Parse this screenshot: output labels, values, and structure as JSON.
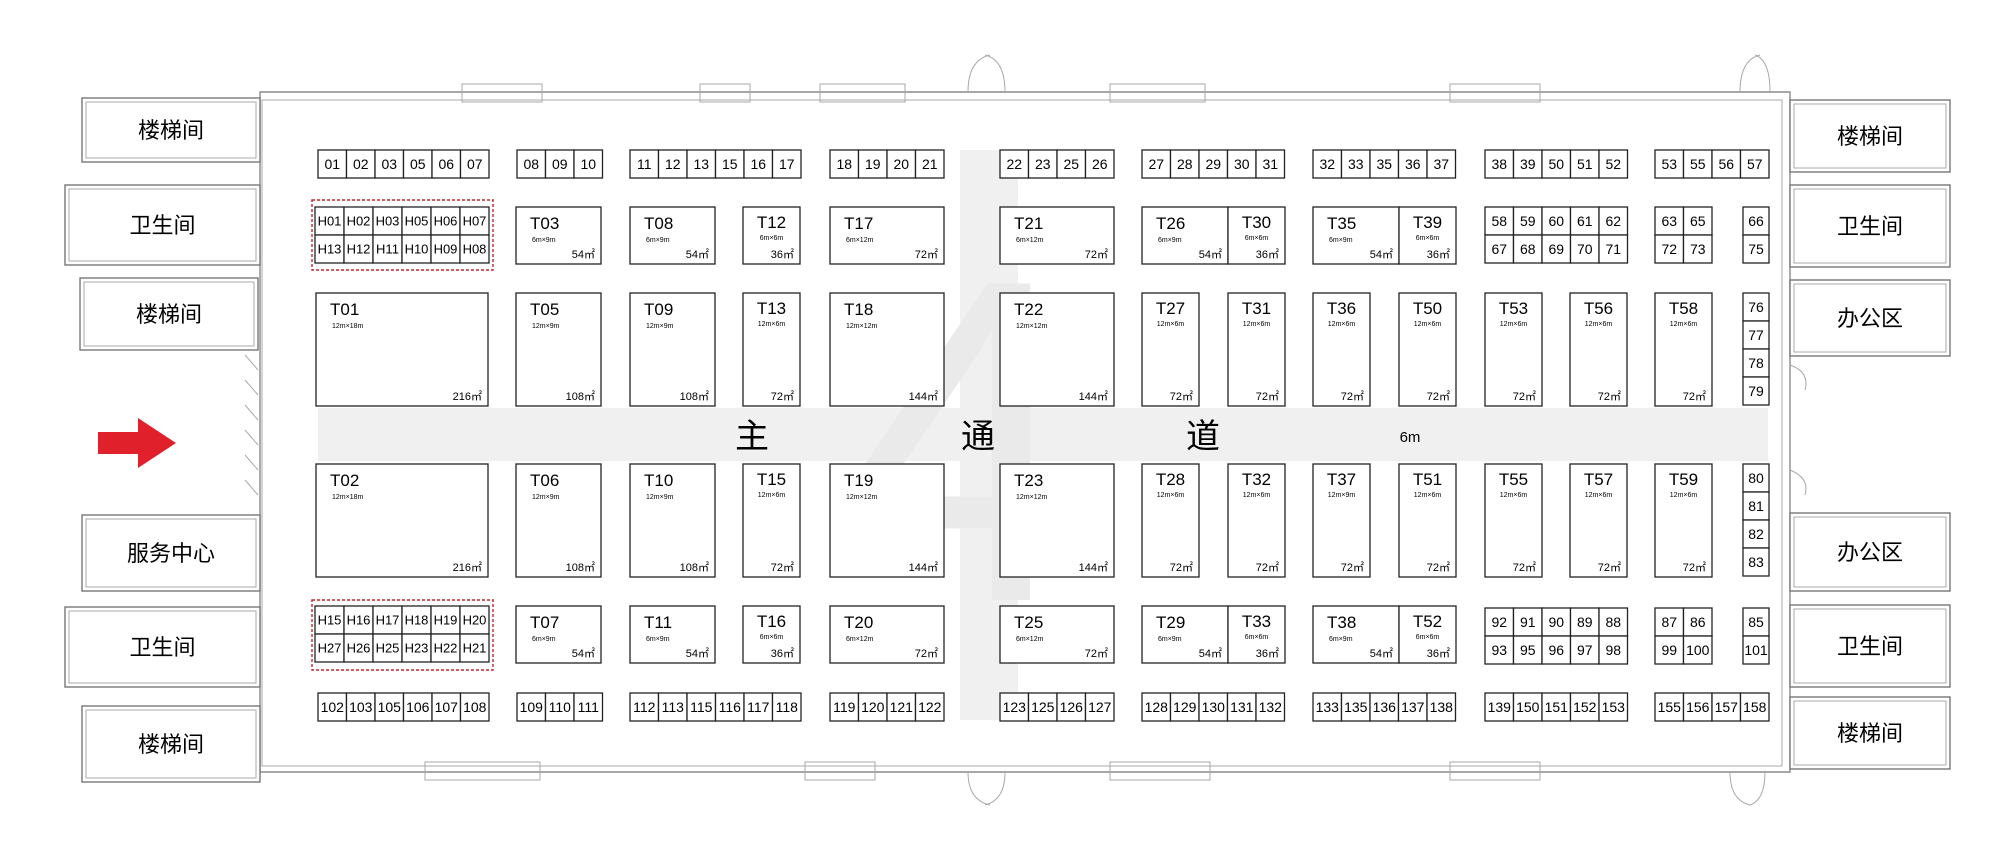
{
  "hall_number": "4",
  "main_aisle": {
    "chars": [
      "主",
      "通",
      "道"
    ],
    "width_label": "6m"
  },
  "entrance_arrow_color": "#e0202a",
  "hospitality_border_color": "#c0282d",
  "facilities_left": [
    "楼梯间",
    "卫生间",
    "楼梯间",
    "服务中心",
    "卫生间",
    "楼梯间"
  ],
  "facilities_right": [
    "楼梯间",
    "卫生间",
    "办公区",
    "办公区",
    "卫生间",
    "楼梯间"
  ],
  "top_row": [
    [
      "01",
      "02",
      "03",
      "05",
      "06",
      "07"
    ],
    [
      "08",
      "09",
      "10"
    ],
    [
      "11",
      "12",
      "13",
      "15",
      "16",
      "17"
    ],
    [
      "18",
      "19",
      "20",
      "21"
    ],
    [
      "22",
      "23",
      "25",
      "26"
    ],
    [
      "27",
      "28",
      "29",
      "30",
      "31"
    ],
    [
      "32",
      "33",
      "35",
      "36",
      "37"
    ],
    [
      "38",
      "39",
      "50",
      "51",
      "52"
    ],
    [
      "53",
      "55",
      "56",
      "57"
    ]
  ],
  "bottom_row": [
    [
      "102",
      "103",
      "105",
      "106",
      "107",
      "108"
    ],
    [
      "109",
      "110",
      "111"
    ],
    [
      "112",
      "113",
      "115",
      "116",
      "117",
      "118"
    ],
    [
      "119",
      "120",
      "121",
      "122"
    ],
    [
      "123",
      "125",
      "126",
      "127"
    ],
    [
      "128",
      "129",
      "130",
      "131",
      "132"
    ],
    [
      "133",
      "135",
      "136",
      "137",
      "138"
    ],
    [
      "139",
      "150",
      "151",
      "152",
      "153"
    ],
    [
      "155",
      "156",
      "157",
      "158"
    ]
  ],
  "hospitality_upper": [
    [
      "H01",
      "H02",
      "H03",
      "H05",
      "H06",
      "H07"
    ],
    [
      "H13",
      "H12",
      "H11",
      "H10",
      "H09",
      "H08"
    ]
  ],
  "hospitality_lower": [
    [
      "H15",
      "H16",
      "H17",
      "H18",
      "H19",
      "H20"
    ],
    [
      "H27",
      "H26",
      "H25",
      "H23",
      "H22",
      "H21"
    ]
  ],
  "small_grid_upper": [
    [
      "58",
      "59",
      "60",
      "61",
      "62"
    ],
    [
      "67",
      "68",
      "69",
      "70",
      "71"
    ]
  ],
  "small_grid_upper_b": [
    [
      "63",
      "65"
    ],
    [
      "72",
      "73"
    ]
  ],
  "small_grid_lower": [
    [
      "92",
      "91",
      "90",
      "89",
      "88"
    ],
    [
      "93",
      "95",
      "96",
      "97",
      "98"
    ]
  ],
  "small_grid_lower_b": [
    [
      "87",
      "86"
    ],
    [
      "99",
      "100"
    ]
  ],
  "right_column_upper": [
    "66",
    "75"
  ],
  "right_column_mid_top": [
    "76",
    "77",
    "78",
    "79"
  ],
  "right_column_mid_bottom": [
    "80",
    "81",
    "82",
    "83"
  ],
  "right_column_lower": [
    "85",
    "101"
  ],
  "booths": [
    {
      "id": "T03",
      "dims": "6m×9m",
      "area": "54㎡"
    },
    {
      "id": "T08",
      "dims": "6m×9m",
      "area": "54㎡"
    },
    {
      "id": "T12",
      "dims": "6m×6m",
      "area": "36㎡"
    },
    {
      "id": "T17",
      "dims": "6m×12m",
      "area": "72㎡"
    },
    {
      "id": "T21",
      "dims": "6m×12m",
      "area": "72㎡"
    },
    {
      "id": "T26",
      "dims": "6m×9m",
      "area": "54㎡"
    },
    {
      "id": "T30",
      "dims": "6m×6m",
      "area": "36㎡"
    },
    {
      "id": "T35",
      "dims": "6m×9m",
      "area": "54㎡"
    },
    {
      "id": "T39",
      "dims": "6m×6m",
      "area": "36㎡"
    },
    {
      "id": "T01",
      "dims": "12m×18m",
      "area": "216㎡"
    },
    {
      "id": "T05",
      "dims": "12m×9m",
      "area": "108㎡"
    },
    {
      "id": "T09",
      "dims": "12m×9m",
      "area": "108㎡"
    },
    {
      "id": "T13",
      "dims": "12m×6m",
      "area": "72㎡"
    },
    {
      "id": "T18",
      "dims": "12m×12m",
      "area": "144㎡"
    },
    {
      "id": "T22",
      "dims": "12m×12m",
      "area": "144㎡"
    },
    {
      "id": "T27",
      "dims": "12m×6m",
      "area": "72㎡"
    },
    {
      "id": "T31",
      "dims": "12m×6m",
      "area": "72㎡"
    },
    {
      "id": "T36",
      "dims": "12m×6m",
      "area": "72㎡"
    },
    {
      "id": "T50",
      "dims": "12m×6m",
      "area": "72㎡"
    },
    {
      "id": "T53",
      "dims": "12m×6m",
      "area": "72㎡"
    },
    {
      "id": "T56",
      "dims": "12m×6m",
      "area": "72㎡"
    },
    {
      "id": "T58",
      "dims": "12m×6m",
      "area": "72㎡"
    },
    {
      "id": "T02",
      "dims": "12m×18m",
      "area": "216㎡"
    },
    {
      "id": "T06",
      "dims": "12m×9m",
      "area": "108㎡"
    },
    {
      "id": "T10",
      "dims": "12m×9m",
      "area": "108㎡"
    },
    {
      "id": "T15",
      "dims": "12m×6m",
      "area": "72㎡"
    },
    {
      "id": "T19",
      "dims": "12m×12m",
      "area": "144㎡"
    },
    {
      "id": "T23",
      "dims": "12m×12m",
      "area": "144㎡"
    },
    {
      "id": "T28",
      "dims": "12m×6m",
      "area": "72㎡"
    },
    {
      "id": "T32",
      "dims": "12m×6m",
      "area": "72㎡"
    },
    {
      "id": "T37",
      "dims": "12m×9m",
      "area": "72㎡"
    },
    {
      "id": "T51",
      "dims": "12m×6m",
      "area": "72㎡"
    },
    {
      "id": "T55",
      "dims": "12m×6m",
      "area": "72㎡"
    },
    {
      "id": "T57",
      "dims": "12m×6m",
      "area": "72㎡"
    },
    {
      "id": "T59",
      "dims": "12m×6m",
      "area": "72㎡"
    },
    {
      "id": "T07",
      "dims": "6m×9m",
      "area": "54㎡"
    },
    {
      "id": "T11",
      "dims": "6m×9m",
      "area": "54㎡"
    },
    {
      "id": "T16",
      "dims": "6m×6m",
      "area": "36㎡"
    },
    {
      "id": "T20",
      "dims": "6m×12m",
      "area": "72㎡"
    },
    {
      "id": "T25",
      "dims": "6m×12m",
      "area": "72㎡"
    },
    {
      "id": "T29",
      "dims": "6m×9m",
      "area": "54㎡"
    },
    {
      "id": "T33",
      "dims": "6m×6m",
      "area": "36㎡"
    },
    {
      "id": "T38",
      "dims": "6m×9m",
      "area": "54㎡"
    },
    {
      "id": "T52",
      "dims": "6m×6m",
      "area": "36㎡"
    }
  ]
}
